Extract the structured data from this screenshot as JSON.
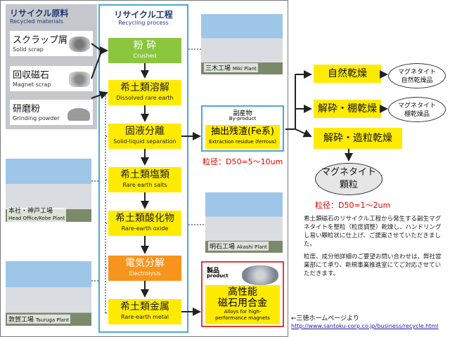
{
  "materials": {
    "title": "リサイクル原料",
    "subtitle": "Recycled materials",
    "items": [
      {
        "jp": "スクラップ屑",
        "en": "Solid scrap"
      },
      {
        "jp": "回収磁石",
        "en": "Magnet scrap"
      },
      {
        "jp": "研磨粉",
        "en": "Grinding powder"
      }
    ]
  },
  "process": {
    "title": "リサイクル工程",
    "subtitle": "Recycling process",
    "steps": [
      {
        "jp": "粉 砕",
        "en": "Crushed"
      },
      {
        "jp": "希土類溶解",
        "en": "Dissolved rare earth"
      },
      {
        "jp": "固液分離",
        "en": "Solid-liquid separation"
      },
      {
        "jp": "希土類塩類",
        "en": "Rare earth salts"
      },
      {
        "jp": "希土類酸化物",
        "en": "Rare-earth oxide"
      },
      {
        "jp": "電気分解",
        "en": "Electrolysis"
      },
      {
        "jp": "希土類金属",
        "en": "Rare-earth metal"
      }
    ]
  },
  "plants": {
    "miki": {
      "jp": "三木工場",
      "en": "Miki Plant"
    },
    "kobe": {
      "jp": "本社・神戸工場",
      "en": "Head Office/Kobe Plant"
    },
    "akashi": {
      "jp": "明石工場",
      "en": "Akashi Plant"
    },
    "tsuruga": {
      "jp": "敦賀工場",
      "en": "Tsuruga Plant"
    }
  },
  "byproduct": {
    "label_jp": "副産物",
    "label_en": "By-product",
    "name_jp": "抽出残渣(Fe系)",
    "name_en": "Extraction residue (ferrous)",
    "size": "粒径：D50=5〜10um"
  },
  "product": {
    "label_jp": "製品",
    "label_en": "product",
    "name_jp": "高性能\n磁石用合金",
    "name_en": "Alloys for high-\nperformance magnets"
  },
  "drying": [
    {
      "label": "自然乾燥",
      "result": "マグネタイト\n自然乾燥品"
    },
    {
      "label": "解砕・棚乾燥",
      "result": "マグネタイト\n棚乾燥品"
    },
    {
      "label": "解砕・造粒乾燥"
    }
  ],
  "granule": {
    "name": "マグネタイト\n顆粒",
    "size": "粒径：D50=1〜2um"
  },
  "notes": {
    "para1": "希土類磁石のリサイクル工程から発生する副生マグネタイトを整粒（粒度調整）乾燥し、ハンドリングし易い顆粒状に仕上げ、ご提案させていただきました。",
    "para2": "粒度、成分他詳細のご要望お問い合わせは、弊社営業部にて承り、新規事業推進室にてご対応させていただきます。"
  },
  "source": {
    "label": "←三徳ホームページより",
    "url": "http://www.santoku-corp.co.jp/business/recycle.html"
  },
  "colors": {
    "yellow": "#ffeb00",
    "green": "#8cc63f",
    "orange": "#f7941d",
    "blue": "#4aa8d6",
    "red": "#e00000"
  }
}
